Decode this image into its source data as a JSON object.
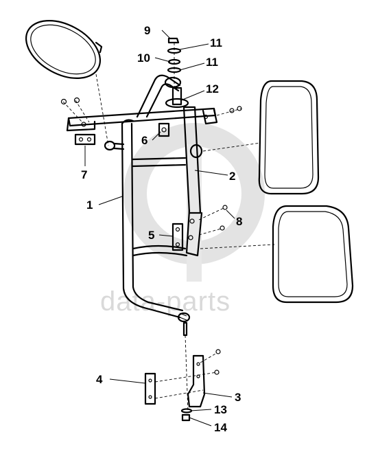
{
  "watermark": {
    "text": "data-parts",
    "color": "#d9d9d9"
  },
  "callouts": {
    "c1": "1",
    "c2": "2",
    "c3": "3",
    "c4": "4",
    "c5": "5",
    "c6": "6",
    "c7": "7",
    "c8": "8",
    "c9": "9",
    "c10": "10",
    "c11a": "11",
    "c11b": "11",
    "c12": "12",
    "c13": "13",
    "c14": "14"
  },
  "colors": {
    "line": "#000000",
    "background": "#ffffff"
  }
}
